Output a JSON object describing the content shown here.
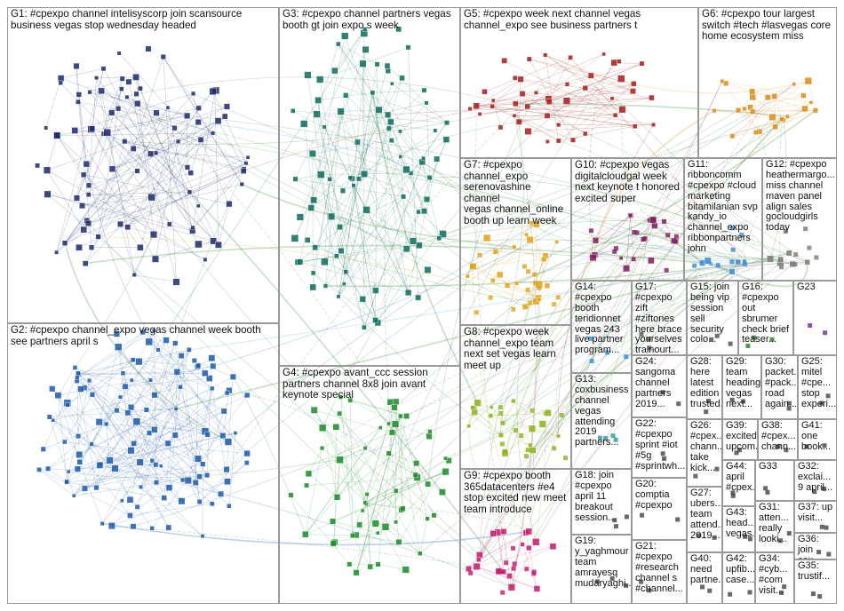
{
  "groups": [
    {
      "id": "G1",
      "label": "G1: #cpexpo channel intelisyscorp join scansource\nbusiness vegas stop wednesday headed",
      "color": "#1f2a6b"
    },
    {
      "id": "G2",
      "label": "G2: #cpexpo channel_expo vegas channel week booth\nsee partners april s",
      "color": "#1e5aa8"
    },
    {
      "id": "G3",
      "label": "G3: #cpexpo channel partners vegas\nbooth gt join expo s week",
      "color": "#0f6b5a"
    },
    {
      "id": "G4",
      "label": "G4: #cpexpo avant_ccc session\npartners channel 8x8 join avant\nkeynote special",
      "color": "#1d8a2a"
    },
    {
      "id": "G5",
      "label": "G5: #cpexpo week next channel vegas\nchannel_expo see business partners t",
      "color": "#a51d1d"
    },
    {
      "id": "G6",
      "label": "G6: #cpexpo tour largest\nswitch #tech #lasvegas core\nhome ecosystem miss",
      "color": "#d98c1a"
    },
    {
      "id": "G7",
      "label": "G7: #cpexpo\nchannel_expo\nserenovashine channel\nvegas channel_online\nbooth up learn week",
      "color": "#e0a21a"
    },
    {
      "id": "G8",
      "label": "G8: #cpexpo week\nchannel_expo team\nnext set vegas learn\nmeet up",
      "color": "#8db21e"
    },
    {
      "id": "G9",
      "label": "G9: #cpexpo booth\n365datacenters #e4\nstop excited new meet\nteam introduce",
      "color": "#c21c6b"
    },
    {
      "id": "G10",
      "label": "G10: #cpexpo vegas\ndigitalcloudgal week\nnext keynote t honored\nexcited super",
      "color": "#7a1e5a"
    },
    {
      "id": "G11",
      "label": "G11:\nribboncomm\n#cpexpo #cloud\nmarketing\nbitamilanian svp\nkandy_io\nchannel_expo\nribbonpartners\njohn",
      "color": "#3a8ad1"
    },
    {
      "id": "G12",
      "label": "G12: #cpexpo\nheathermargo...\nmiss channel\nmaven panel\nalign sales\ngocloudgirls\ntoday",
      "color": "#7a7a7a"
    },
    {
      "id": "G13",
      "label": "G13:\ncoxbusiness\nchannel\nvegas\nattending\n2019\npartners...",
      "color": "#2a9a9a"
    },
    {
      "id": "G14",
      "label": "G14: #cpexpo\nbooth\nteridionnet\nvegas 243\nlive partner\nprogram...",
      "color": "#2e8ad6"
    },
    {
      "id": "G15",
      "label": "G15: join\nbeing vip\nsession\nsell\nsecurity\ncolo...",
      "color": "#4a4a4a"
    },
    {
      "id": "G16",
      "label": "G16:\n#cpexpo\nout\nsbrumer\ncheck brief\nteaser...",
      "color": "#2a7a2a"
    },
    {
      "id": "G17",
      "label": "G17:\n#cpexpo\nzift #ziftones\nhere brace\nyourselves\ntrainourt...",
      "color": "#555555"
    },
    {
      "id": "G18",
      "label": "G18: join\n#cpexpo\napril 11\nbreakout\nsession...",
      "color": "#444444"
    },
    {
      "id": "G19",
      "label": "G19:\ny_yaghmour\nteam\namrayesq\nmudaryaghi...",
      "color": "#444444"
    },
    {
      "id": "G20",
      "label": "G20:\ncomptia\n#cpexpo",
      "color": "#444444"
    },
    {
      "id": "G21",
      "label": "G21:\n#cpexpo\n#research\nchannel s\n#channel...",
      "color": "#444444"
    },
    {
      "id": "G22",
      "label": "G22:\n#cpexpo\nsprint #iot\n#5g\n#sprintwh...",
      "color": "#444444"
    },
    {
      "id": "G23",
      "label": "G23",
      "color": "#6a2a9a"
    },
    {
      "id": "G24",
      "label": "G24:\nsangoma\nchannel\npartners\n2019...",
      "color": "#444444"
    },
    {
      "id": "G25",
      "label": "G25:\nmitel\n#cpe...\nstop\nexperi...",
      "color": "#444444"
    },
    {
      "id": "G26",
      "label": "G26:\n#cpex...\nchann...\ntake\nkick...",
      "color": "#444444"
    },
    {
      "id": "G27",
      "label": "G27:\nubers...\nteam\nattend...\n2019...",
      "color": "#444444"
    },
    {
      "id": "G28",
      "label": "G28:\nhere\nlatest\nedition\ntrusted...",
      "color": "#444444"
    },
    {
      "id": "G29",
      "label": "G29:\nteam\nheading\nvegas\nnext...",
      "color": "#444444"
    },
    {
      "id": "G30",
      "label": "G30:\npacket...\n#pack...\nroad\nagain...",
      "color": "#444444"
    },
    {
      "id": "G31",
      "label": "G31:\natten...\nreally\nlooki...",
      "color": "#444444"
    },
    {
      "id": "G32",
      "label": "G32:\nexclai...\n9 april...",
      "color": "#444444"
    },
    {
      "id": "G33",
      "label": "G33",
      "color": "#444444"
    },
    {
      "id": "G34",
      "label": "G34:\n#cyb...\n#com\nvisit...",
      "color": "#444444"
    },
    {
      "id": "G35",
      "label": "G35:\ntrustif...",
      "color": "#444444"
    },
    {
      "id": "G36",
      "label": "G36: join\ncox...",
      "color": "#444444"
    },
    {
      "id": "G37",
      "label": "G37: up\nvisit...",
      "color": "#444444"
    },
    {
      "id": "G38",
      "label": "G38:\n#cpex...\nchann...",
      "color": "#444444"
    },
    {
      "id": "G39",
      "label": "G39:\nexcited\nupcom...",
      "color": "#444444"
    },
    {
      "id": "G40",
      "label": "G40:\nneed\npartne...",
      "color": "#444444"
    },
    {
      "id": "G41",
      "label": "G41:\none\nbook...",
      "color": "#444444"
    },
    {
      "id": "G42",
      "label": "G42:\nupfib...\ncase...",
      "color": "#444444"
    },
    {
      "id": "G43",
      "label": "G43:\nhead...\nvegas...",
      "color": "#444444"
    },
    {
      "id": "G44",
      "label": "G44:\napril\n#cpex...",
      "color": "#444444"
    }
  ]
}
